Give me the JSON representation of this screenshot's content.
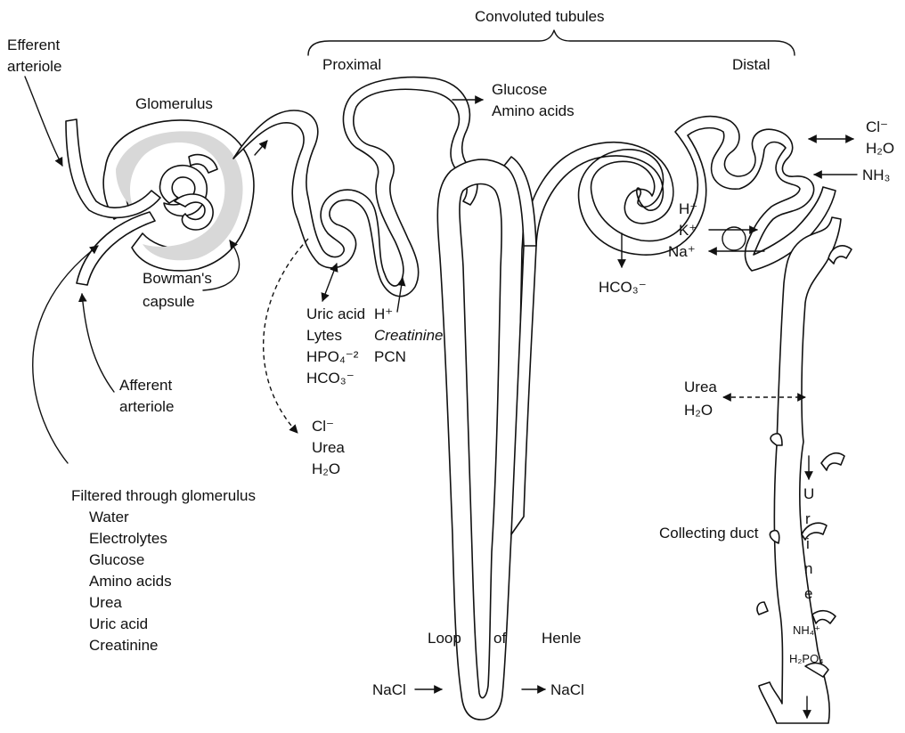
{
  "labels": {
    "convoluted_tubules": "Convoluted tubules",
    "proximal": "Proximal",
    "distal": "Distal",
    "efferent": [
      "Efferent",
      "arteriole"
    ],
    "glomerulus": "Glomerulus",
    "bowmans": [
      "Bowman's",
      "capsule"
    ],
    "afferent": [
      "Afferent",
      "arteriole"
    ],
    "glucose_amino": [
      "Glucose",
      "Amino acids"
    ],
    "proximal_exchange": [
      "Uric acid",
      "Lytes",
      "HPO₄⁻²",
      "HCO₃⁻"
    ],
    "secreted_proximal": [
      "H⁺",
      "Creatinine",
      "PCN"
    ],
    "passive": [
      "Cl⁻",
      "Urea",
      "H₂O"
    ],
    "filtered_title": "Filtered through glomerulus",
    "filtered_items": [
      "Water",
      "Electrolytes",
      "Glucose",
      "Amino acids",
      "Urea",
      "Uric acid",
      "Creatinine"
    ],
    "loop": [
      "Loop",
      "of",
      "Henle"
    ],
    "nacl": "NaCl",
    "distal_hco3": "HCO₃⁻",
    "distal_ions_left": [
      "H⁺",
      "K⁺",
      "Na⁺"
    ],
    "distal_ions_right": [
      "Cl⁻",
      "H₂O",
      "NH₃"
    ],
    "collecting_urea": [
      "Urea",
      "H₂O"
    ],
    "collecting_duct": "Collecting duct",
    "urine_letters": [
      "U",
      "r",
      "i",
      "n",
      "e"
    ],
    "nh4": "NH₄⁺",
    "h2po4": "H₂PO₄"
  }
}
